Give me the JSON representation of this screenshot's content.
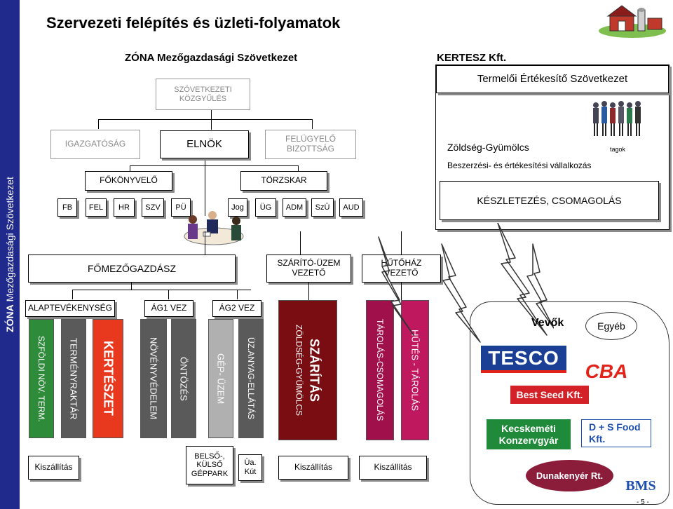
{
  "sidebar": {
    "zona": "ZÓNA",
    "rest": "Mezőgazdasági Szövetkezet"
  },
  "title": "Szervezeti felépítés és üzleti-folyamatok",
  "left_header": "ZÓNA Mezőgazdasági Szövetkezet",
  "right_header": "KERTESZ Kft.",
  "boxes": {
    "kozgyules": "SZÖVETKEZETI\nKÖZGYŰLÉS",
    "igazgatosag": "IGAZGATÓSÁG",
    "elnok": "ELNÖK",
    "felugyelo": "FELÜGYELŐ\nBIZOTTSÁG",
    "fokonyvelo": "FŐKÖNYVELŐ",
    "torzskar": "TÖRZSKAR",
    "fomezo": "FŐMEZŐGAZDÁSZ",
    "szarito": "SZÁRÍTÓ-ÜZEM\nVEZETŐ",
    "hutohaz": "HŰTŐHÁZ\nVEZETŐ",
    "alaptev": "ALAPTEVÉKENYSÉG",
    "ag1": "ÁG1 VEZ",
    "ag2": "ÁG2 VEZ"
  },
  "small_boxes": [
    "FB",
    "FEL",
    "HR",
    "SZV",
    "PÜ",
    "Jog",
    "ÜG",
    "ADM",
    "SzÜ",
    "AUD"
  ],
  "columns": {
    "szfoldi": "SZFÖLDI NÖV. TERM.",
    "termeny": "TERMÉNYRAKTÁR",
    "kerteszet": "KERTÉSZET",
    "novenyv": "NÖVÉNYVÉDELEM",
    "ontozes": "ÖNTÖZÉS",
    "gep": "GÉP- ÜZEM",
    "uzanyag": "ÜZ.ANYAG-ELLÁTÁS",
    "zoldseg_small": "ZÖLDSÉG-GYÜMÖLCS",
    "szaritas": "SZÁRÍTÁS",
    "tarolas": "TÁROLÁS-CSOMAGOLÁS",
    "hutes": "HŰTÉS - TÁROLÁS"
  },
  "bottom": {
    "kiszallitas1": "Kiszállítás",
    "belso": "BELSŐ-,\nKÜLSŐ\nGÉPPARK",
    "ua": "Üa.\nKút",
    "kiszallitas2": "Kiszállítás",
    "kiszallitas3": "Kiszállítás"
  },
  "right": {
    "termeloi": "Termelői Értékesítő Szövetkezet",
    "zoldseg": "Zöldség-Gyümölcs",
    "tagok": "tagok",
    "beszerzesi": "Beszerzési- és értékesítési vállalkozás",
    "keszletezes": "KÉSZLETEZÉS, CSOMAGOLÁS",
    "vevok": "Vevők",
    "egyeb": "Egyéb"
  },
  "logos": {
    "tesco": "TESCO",
    "cba": "CBA",
    "bestseed": "Best Seed Kft.",
    "kecskemeti": "Kecskeméti\nKonzervgyár",
    "ds": "D + S Food\nKft.",
    "dunakenyer": "Dunakenyér Rt.",
    "bms": "BMS"
  },
  "page_number": "- 5 -",
  "colors": {
    "sidebar": "#1f2a8c",
    "kerteszet": "#e8391e",
    "darkgray": "#5a5a5a",
    "lightgray": "#b0b0b0",
    "szaritas": "#7a0d12",
    "tarolas": "#a0104a",
    "hutes": "#c0185f",
    "tesco": "#1b3f95",
    "cba": "#e2231a",
    "bestseed": "#d42027",
    "kecskemeti": "#1e8a3a",
    "ds": "#1d4fb0",
    "dunakenyer": "#8b1c3a"
  }
}
